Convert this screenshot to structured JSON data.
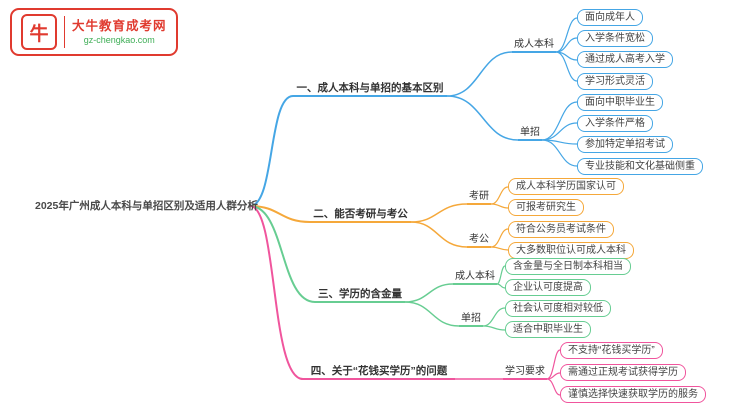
{
  "logo": {
    "brand": "大牛教育成考网",
    "domain": "gz-chengkao.com",
    "icon_char": "牛"
  },
  "root": "2025年广州成人本科与单招区别及适用人群分析",
  "colors": {
    "branch1": "#45a6e5",
    "branch2": "#f5a83a",
    "branch3": "#67cd92",
    "branch4": "#f0559d"
  },
  "branches": [
    {
      "label": "一、成人本科与单招的基本区别",
      "color": "#45a6e5",
      "children": [
        {
          "label": "成人本科",
          "leaves": [
            "面向成年人",
            "入学条件宽松",
            "通过成人高考入学",
            "学习形式灵活"
          ]
        },
        {
          "label": "单招",
          "leaves": [
            "面向中职毕业生",
            "入学条件严格",
            "参加特定单招考试",
            "专业技能和文化基础侧重"
          ]
        }
      ]
    },
    {
      "label": "二、能否考研与考公",
      "color": "#f5a83a",
      "children": [
        {
          "label": "考研",
          "leaves": [
            "成人本科学历国家认可",
            "可报考研究生"
          ]
        },
        {
          "label": "考公",
          "leaves": [
            "符合公务员考试条件",
            "大多数职位认可成人本科"
          ]
        }
      ]
    },
    {
      "label": "三、学历的含金量",
      "color": "#67cd92",
      "children": [
        {
          "label": "成人本科",
          "leaves": [
            "含金量与全日制本科相当",
            "企业认可度提高"
          ]
        },
        {
          "label": "单招",
          "leaves": [
            "社会认可度相对较低",
            "适合中职毕业生"
          ]
        }
      ]
    },
    {
      "label": "四、关于“花钱买学历”的问题",
      "color": "#f0559d",
      "children": [
        {
          "label": "学习要求",
          "leaves": [
            "不支持“花钱买学历”",
            "需通过正规考试获得学历",
            "谨慎选择快速获取学历的服务"
          ]
        }
      ]
    }
  ]
}
